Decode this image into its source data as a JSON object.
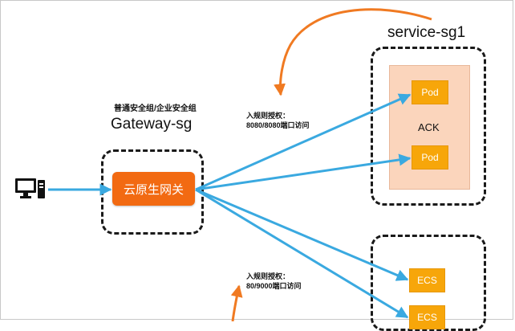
{
  "gateway": {
    "subtitle": "普通安全组/企业安全组",
    "title": "Gateway-sg",
    "button_label": "云原生网关"
  },
  "service_sg1": {
    "title": "service-sg1",
    "cluster_label": "ACK",
    "pods": [
      "Pod",
      "Pod"
    ]
  },
  "service_sg2": {
    "nodes": [
      "ECS",
      "ECS"
    ]
  },
  "rules": [
    {
      "line1": "入规则授权：",
      "line2": "8080/8080端口访问"
    },
    {
      "line1": "入规则授权：",
      "line2": "80/9000端口访问"
    }
  ],
  "icons": {
    "client": "desktop-computer-icon"
  },
  "colors": {
    "arrow_blue": "#3aa9e0",
    "arrow_orange": "#f07a22",
    "gateway_orange": "#f26a12",
    "pod_yellow": "#f7a60a",
    "ack_panel": "#fbd5bc"
  }
}
